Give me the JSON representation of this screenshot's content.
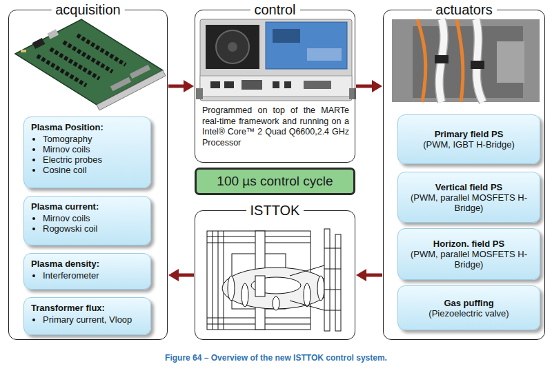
{
  "diagram": {
    "caption": "Figure 64 – Overview of the new ISTTOK control system.",
    "nodes": [
      {
        "text": [
          "acquisition"
        ]
      },
      {
        "text": [
          "Plasma Position:",
          "Tomography",
          "Mirnov coils",
          "Electric probes",
          "Cosine coil"
        ],
        "in": 0
      },
      {
        "text": [
          "Plasma current:",
          "Mirnov coils",
          "Rogowski coil"
        ],
        "in": 0
      },
      {
        "text": [
          "Plasma density:",
          "Interferometer"
        ],
        "in": 0
      },
      {
        "text": [
          "Transformer flux:",
          "Primary current, Vloop"
        ],
        "in": 0
      },
      {
        "text": [
          "control",
          "Programmed on top of the MARTe real-time framework and running on a Intel® Core™ 2 Quad Q6600,2.4 GHz Processor"
        ]
      },
      {
        "text": [
          "100 µs control cycle"
        ]
      },
      {
        "text": [
          "ISTTOK"
        ]
      },
      {
        "text": [
          "actuators"
        ]
      },
      {
        "text": [
          "Primary field PS",
          "(PWM, IGBT H-Bridge)"
        ],
        "in": 8
      },
      {
        "text": [
          "Vertical field PS",
          "(PWM, parallel MOSFETS H-Bridge)"
        ],
        "in": 8
      },
      {
        "text": [
          "Horizon. field PS",
          "(PWM, parallel MOSFETS H-Bridge)"
        ],
        "in": 8
      },
      {
        "text": [
          "Gas puffing",
          "(Piezoelectric valve)"
        ],
        "in": 8
      }
    ],
    "edges": [
      {
        "from": 0,
        "to": 5,
        "arrow": "to"
      },
      {
        "from": 5,
        "to": 8,
        "arrow": "to"
      },
      {
        "from": 8,
        "to": 7,
        "arrow": "to"
      },
      {
        "from": 7,
        "to": 0,
        "arrow": "to"
      }
    ]
  }
}
